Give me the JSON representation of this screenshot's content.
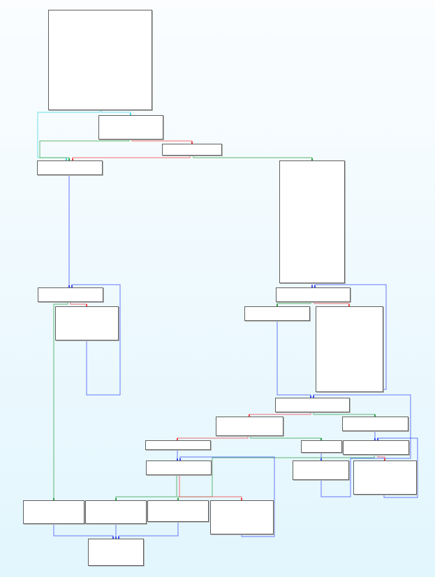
{
  "graph": {
    "colors": {
      "true_branch": "#2ea043",
      "false_branch": "#f04040",
      "unconditional": "#3a4cf5",
      "entry": "#3fd6e0",
      "node_border": "#5f5f5f",
      "background_top": "#fbfdff",
      "background_bottom": "#e2f6fd"
    },
    "nodes": [
      "n0",
      "n1",
      "n2",
      "n3",
      "n4",
      "n5",
      "n6",
      "n7",
      "n8",
      "n9",
      "n10",
      "n11",
      "n12",
      "n13",
      "n14",
      "n15",
      "n16",
      "n17",
      "n18",
      "n19",
      "n20",
      "n21",
      "n22",
      "n23"
    ],
    "edges": [
      {
        "from": "n0",
        "to": "n1",
        "type": "entry"
      },
      {
        "from": "n0",
        "to": "n3",
        "type": "entry"
      },
      {
        "from": "n1",
        "to": "n3",
        "type": "true_branch"
      },
      {
        "from": "n1",
        "to": "n2",
        "type": "false_branch"
      },
      {
        "from": "n2",
        "to": "n3",
        "type": "false_branch"
      },
      {
        "from": "n2",
        "to": "n4",
        "type": "true_branch"
      },
      {
        "from": "n3",
        "to": "n5",
        "type": "unconditional"
      },
      {
        "from": "n5",
        "to": "n6",
        "type": "false_branch"
      },
      {
        "from": "n5",
        "to": "n19",
        "type": "true_branch"
      },
      {
        "from": "n6",
        "to": "n5",
        "type": "unconditional"
      },
      {
        "from": "n4",
        "to": "n7",
        "type": "unconditional"
      },
      {
        "from": "n7",
        "to": "n8",
        "type": "true_branch"
      },
      {
        "from": "n7",
        "to": "n9",
        "type": "false_branch"
      },
      {
        "from": "n8",
        "to": "n10",
        "type": "unconditional"
      },
      {
        "from": "n9",
        "to": "n7",
        "type": "unconditional"
      },
      {
        "from": "n17",
        "to": "n10",
        "type": "unconditional"
      },
      {
        "from": "n10",
        "to": "n11",
        "type": "false_branch"
      },
      {
        "from": "n10",
        "to": "n12",
        "type": "true_branch"
      },
      {
        "from": "n11",
        "to": "n13",
        "type": "false_branch"
      },
      {
        "from": "n11",
        "to": "n14",
        "type": "true_branch"
      },
      {
        "from": "n12",
        "to": "n15",
        "type": "unconditional"
      },
      {
        "from": "n18",
        "to": "n15",
        "type": "unconditional"
      },
      {
        "from": "n13",
        "to": "n16",
        "type": "unconditional"
      },
      {
        "from": "n14",
        "to": "n17",
        "type": "unconditional"
      },
      {
        "from": "n15",
        "to": "n18",
        "type": "false_branch"
      },
      {
        "from": "n15",
        "to": "n21",
        "type": "true_branch"
      },
      {
        "from": "n16",
        "to": "n20",
        "type": "true_branch"
      },
      {
        "from": "n16",
        "to": "n22",
        "type": "false_branch"
      },
      {
        "from": "n22",
        "to": "n16",
        "type": "unconditional"
      },
      {
        "from": "n19",
        "to": "n23",
        "type": "unconditional"
      },
      {
        "from": "n20",
        "to": "n23",
        "type": "unconditional"
      },
      {
        "from": "n21",
        "to": "n23",
        "type": "unconditional"
      }
    ]
  }
}
